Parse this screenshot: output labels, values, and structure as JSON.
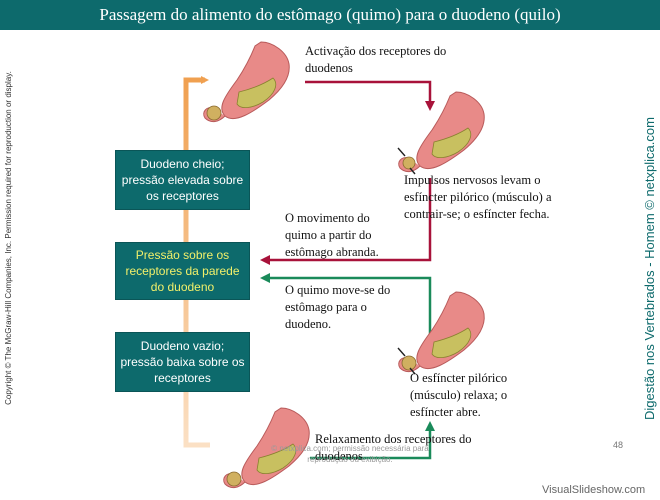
{
  "title": "Passagem do alimento do estômago (quimo) para o duodeno (quilo)",
  "boxes": {
    "full": "Duodeno cheio; pressão elevada sobre os receptores",
    "pressure": "Pressão sobre os receptores da parede do duodeno",
    "empty": "Duodeno vazio; pressão baixa sobre os receptores"
  },
  "labels": {
    "activation": "Activação dos receptores do duodenos",
    "impulses": "Impulsos nervosos levam o esfíncter pilórico (músculo) a contrair-se; o esfíncter fecha.",
    "slows": "O movimento do quimo a partir do estômago abranda.",
    "moves": "O quimo move-se do estômago para o duodeno.",
    "relaxes": "O esfíncter pilórico (músculo) relaxa; o esfíncter abre.",
    "relaxation": "Relaxamento dos receptores do duodenos"
  },
  "copyright": "Copyright © The McGraw-Hill Companies, Inc. Permission required for reproduction or display.",
  "watermark": "Digestão nos Vertebrados - Homem © netxplica.com",
  "page_number": "48",
  "ghost_text": "© netxplica.com; permissão necessária para reprodução ou exibição.",
  "footer": "VisualSlideshow.com",
  "colors": {
    "teal": "#0d6a6c",
    "orange": "#f0a050",
    "red_arrow": "#a8123a",
    "green_arrow": "#1a8a5a",
    "stomach": "#e88a88",
    "chyme": "#c8c060"
  }
}
